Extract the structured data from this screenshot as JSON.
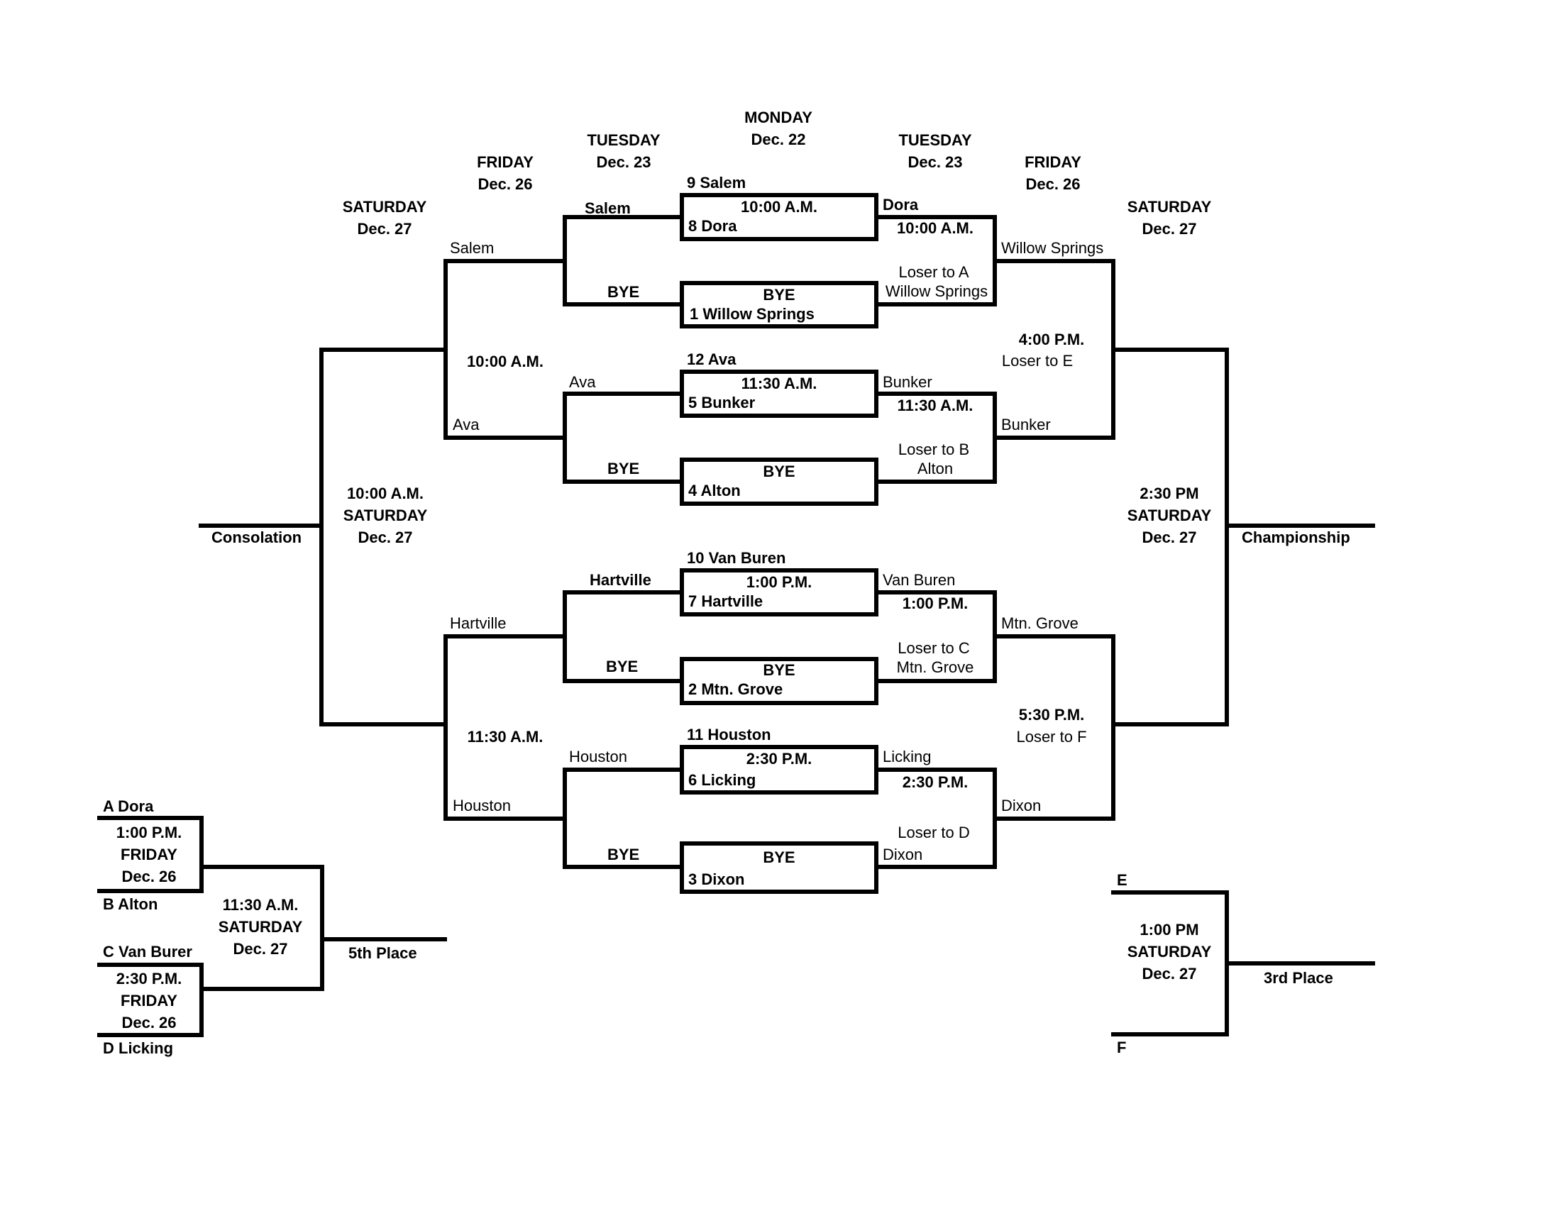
{
  "headers": {
    "monday": {
      "day": "MONDAY",
      "date": "Dec. 22"
    },
    "tue_left": {
      "day": "TUESDAY",
      "date": "Dec. 23"
    },
    "tue_right": {
      "day": "TUESDAY",
      "date": "Dec. 23"
    },
    "fri_left": {
      "day": "FRIDAY",
      "date": "Dec. 26"
    },
    "fri_right": {
      "day": "FRIDAY",
      "date": "Dec. 26"
    },
    "sat_left": {
      "day": "SATURDAY",
      "date": "Dec. 27"
    },
    "sat_right": {
      "day": "SATURDAY",
      "date": "Dec. 27"
    }
  },
  "first_round": [
    {
      "top_seed": "9 Salem",
      "time": "10:00 A.M.",
      "bottom_seed": "8 Dora"
    },
    {
      "time": "BYE",
      "bottom_seed": "1 Willow Springs"
    },
    {
      "top_seed": "12 Ava",
      "time": "11:30 A.M.",
      "bottom_seed": "5 Bunker"
    },
    {
      "time": "BYE",
      "bottom_seed": "4 Alton"
    },
    {
      "top_seed": "10 Van Buren",
      "time": "1:00 P.M.",
      "bottom_seed": "7 Hartville"
    },
    {
      "time": "BYE",
      "bottom_seed": "2 Mtn. Grove"
    },
    {
      "top_seed": "11 Houston",
      "time": "2:30 P.M.",
      "bottom_seed": "6 Licking"
    },
    {
      "time": "BYE",
      "bottom_seed": "3 Dixon"
    }
  ],
  "left_round2": [
    {
      "top": "Salem",
      "bottom": "BYE"
    },
    {
      "top": "Ava",
      "bottom": "BYE"
    },
    {
      "top": "Hartville",
      "bottom": "BYE"
    },
    {
      "top": "Houston",
      "bottom": "BYE"
    }
  ],
  "left_round3": {
    "game1": {
      "top": "Salem",
      "bottom": "Ava",
      "time": "10:00 A.M."
    },
    "game2": {
      "top": "Hartville",
      "bottom": "Houston",
      "time": "11:30 A.M."
    }
  },
  "consolation": {
    "time": "10:00 A.M.",
    "day": "SATURDAY",
    "date": "Dec. 27",
    "label": "Consolation"
  },
  "right_round2": [
    {
      "winner": "Dora",
      "time": "10:00 A.M.",
      "loser_note": "Loser to A",
      "loser_team": "Willow Springs"
    },
    {
      "winner": "Bunker",
      "time": "11:30 A.M.",
      "loser_note": "Loser to B",
      "loser_team": "Alton"
    },
    {
      "winner": "Van Buren",
      "time": "1:00 P.M.",
      "loser_note": "Loser to C",
      "loser_team": "Mtn. Grove"
    },
    {
      "winner": "Licking",
      "time": "2:30 P.M.",
      "loser_note": "Loser to D",
      "loser_team": "Dixon"
    }
  ],
  "right_round3": {
    "game1": {
      "top": "Willow Springs",
      "bottom": "Bunker",
      "time": "4:00 P.M.",
      "loser_note": "Loser to E"
    },
    "game2": {
      "top": "Mtn. Grove",
      "bottom": "Dixon",
      "time": "5:30 P.M.",
      "loser_note": "Loser to F"
    }
  },
  "championship": {
    "time": "2:30 PM",
    "day": "SATURDAY",
    "date": "Dec. 27",
    "label": "Championship"
  },
  "fifth_place": {
    "game_a": {
      "top": "A Dora",
      "time": "1:00 P.M.",
      "day": "FRIDAY",
      "date": "Dec. 26",
      "bottom": "B Alton"
    },
    "game_b": {
      "top": "C Van Burer",
      "time": "2:30 P.M.",
      "day": "FRIDAY",
      "date": "Dec. 26",
      "bottom": "D Licking"
    },
    "final": {
      "time": "11:30 A.M.",
      "day": "SATURDAY",
      "date": "Dec. 27",
      "label": "5th Place"
    }
  },
  "third_place": {
    "top": "E",
    "bottom": "F",
    "time": "1:00 PM",
    "day": "SATURDAY",
    "date": "Dec. 27",
    "label": "3rd Place"
  }
}
